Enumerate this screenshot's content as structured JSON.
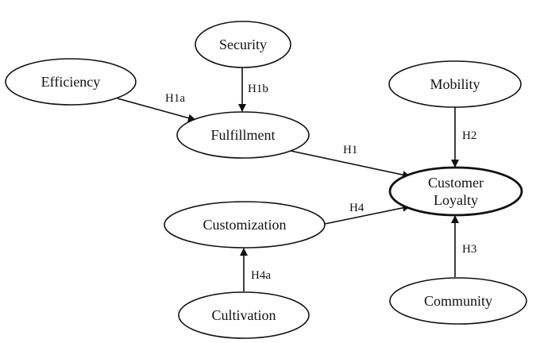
{
  "diagram": {
    "nodes": [
      {
        "id": "security",
        "label": [
          "Security"
        ],
        "emphasis": false
      },
      {
        "id": "efficiency",
        "label": [
          "Efficiency"
        ],
        "emphasis": false
      },
      {
        "id": "fulfillment",
        "label": [
          "Fulfillment"
        ],
        "emphasis": false
      },
      {
        "id": "mobility",
        "label": [
          "Mobility"
        ],
        "emphasis": false
      },
      {
        "id": "customer_loyalty",
        "label": [
          "Customer",
          "Loyalty"
        ],
        "emphasis": true
      },
      {
        "id": "customization",
        "label": [
          "Customization"
        ],
        "emphasis": false
      },
      {
        "id": "cultivation",
        "label": [
          "Cultivation"
        ],
        "emphasis": false
      },
      {
        "id": "community",
        "label": [
          "Community"
        ],
        "emphasis": false
      }
    ],
    "edges": [
      {
        "from": "efficiency",
        "to": "fulfillment",
        "label": "H1a"
      },
      {
        "from": "security",
        "to": "fulfillment",
        "label": "H1b"
      },
      {
        "from": "fulfillment",
        "to": "customer_loyalty",
        "label": "H1"
      },
      {
        "from": "mobility",
        "to": "customer_loyalty",
        "label": "H2"
      },
      {
        "from": "community",
        "to": "customer_loyalty",
        "label": "H3"
      },
      {
        "from": "customization",
        "to": "customer_loyalty",
        "label": "H4"
      },
      {
        "from": "cultivation",
        "to": "customization",
        "label": "H4a"
      }
    ]
  }
}
